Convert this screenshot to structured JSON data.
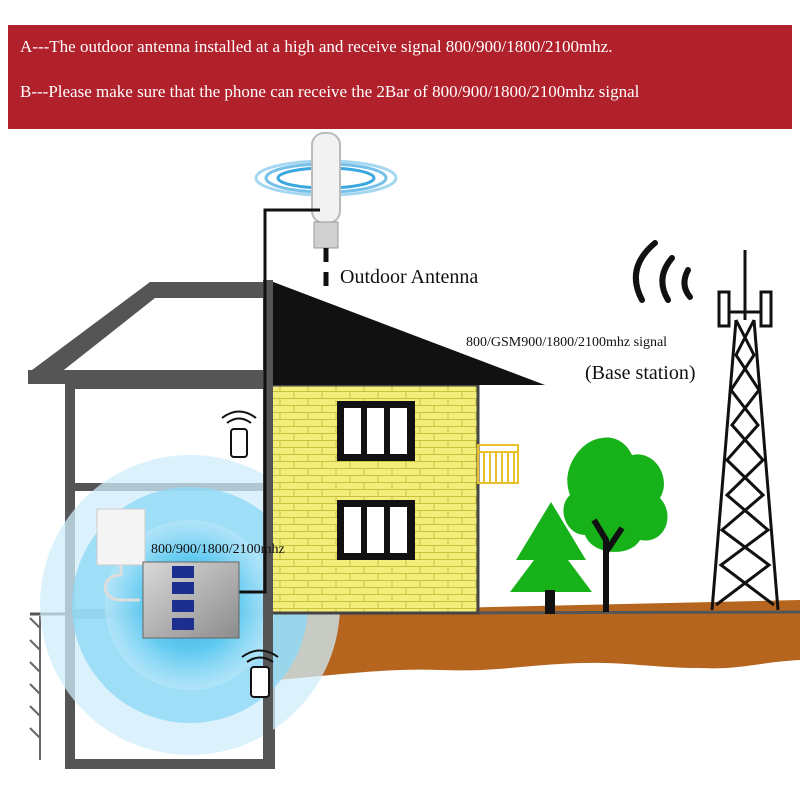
{
  "banner": {
    "line_a": "A---The outdoor antenna installed at a high  and  receive signal 800/900/1800/2100mhz.",
    "line_b": "B---Please make sure that the phone can receive the 2Bar of 800/900/1800/2100mhz signal"
  },
  "labels": {
    "outdoor_antenna": "Outdoor Antenna",
    "signal": "800/GSM900/1800/2100mhz signal",
    "base_station": "(Base station)",
    "indoor_band": "800/900/1800/2100mhz"
  },
  "colors": {
    "banner": "#b0212c",
    "wall": "#f3ee7a",
    "brick_line": "#c9c23e",
    "ground": "#b5651d",
    "tree": "#17b21a",
    "coverage": "#38b8e8"
  },
  "icons": [
    "radio-waves-icon",
    "phone-icon",
    "cell-tower-icon",
    "tree-icon",
    "antenna-icon",
    "booster-icon",
    "panel-antenna-icon"
  ]
}
